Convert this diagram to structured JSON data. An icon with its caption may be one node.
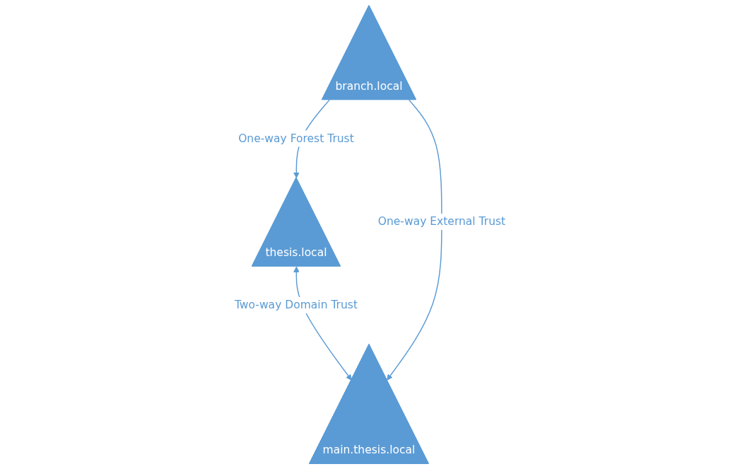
{
  "diagram": {
    "nodes": [
      {
        "text": [
          "thesis.local"
        ]
      },
      {
        "text": [
          "branch.local"
        ]
      },
      {
        "text": [
          "main.thesis.local"
        ]
      }
    ],
    "edges": [
      {
        "from": 1,
        "to": 0,
        "arrow": "to",
        "label": "One-way Forest Trust"
      },
      {
        "from": 0,
        "to": 2,
        "arrow": "both",
        "label": "Two-way Domain Trust"
      },
      {
        "from": 1,
        "to": 2,
        "arrow": "to",
        "label": "One-way External Trust"
      }
    ]
  }
}
